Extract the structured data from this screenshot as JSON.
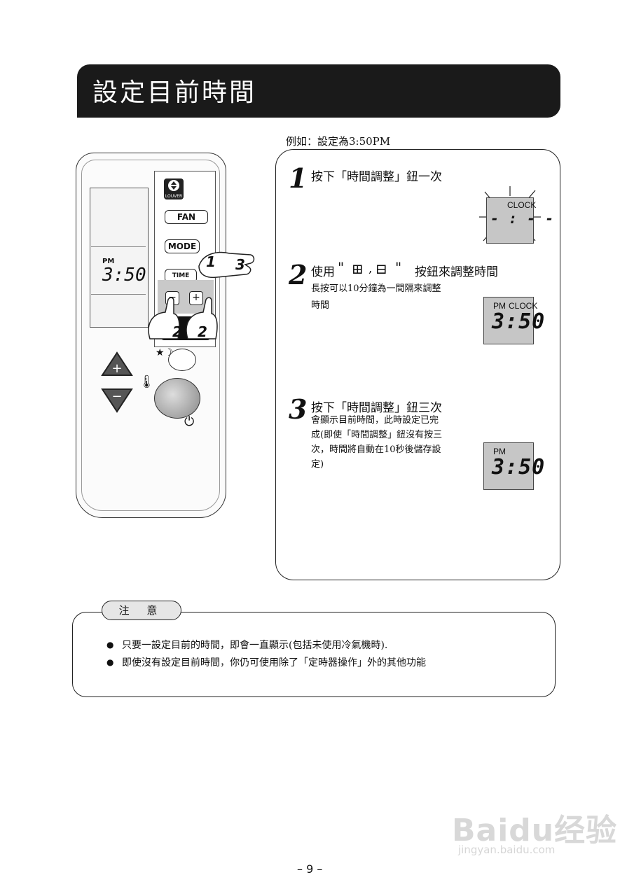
{
  "title": "設定目前時間",
  "example_caption": "例如：設定為3:50PM",
  "remote": {
    "lcd_pm": "PM",
    "lcd_time": "3:50",
    "louver_label": "LOUVER",
    "fan_label": "FAN",
    "mode_label": "MODE",
    "time_adj_label": "TIME ADJ",
    "minus_symbol": "−",
    "plus_symbol": "+",
    "hand_step_1": "1",
    "hand_step_3": "3",
    "hand_step_2a": "2",
    "hand_step_2b": "2"
  },
  "steps": [
    {
      "number": "1",
      "text": "按下「時間調整」鈕一次",
      "detail": "",
      "lcd_label": "CLOCK",
      "lcd_value": "- : - -"
    },
    {
      "number": "2",
      "text_prefix": "使用",
      "text_suffix": "按鈕來調整時間",
      "plus_symbol": "⊞",
      "minus_symbol": "⊟",
      "detail_line1": "長按可以10分鐘為一間隔來調整",
      "detail_line2": "時間",
      "lcd_pm": "PM",
      "lcd_label": "CLOCK",
      "lcd_value": "3:50"
    },
    {
      "number": "3",
      "text": "按下「時間調整」鈕三次",
      "detail_line1": "會顯示目前時間，此時設定已完",
      "detail_line2": "成(即使「時間調整」鈕沒有按三",
      "detail_line3": "次，時間將自動在10秒後儲存設",
      "detail_line4": "定)",
      "lcd_pm": "PM",
      "lcd_value": "3:50"
    }
  ],
  "notes": {
    "tab_label": "注 意",
    "items": [
      "只要一設定目前的時間，即會一直顯示(包括未使用冷氣機時).",
      "即使沒有設定目前時間，你仍可使用除了「定時器操作」外的其他功能"
    ]
  },
  "page_number": "– 9 –",
  "watermark": {
    "main": "Baidu经验",
    "sub": "jingyan.baidu.com"
  }
}
